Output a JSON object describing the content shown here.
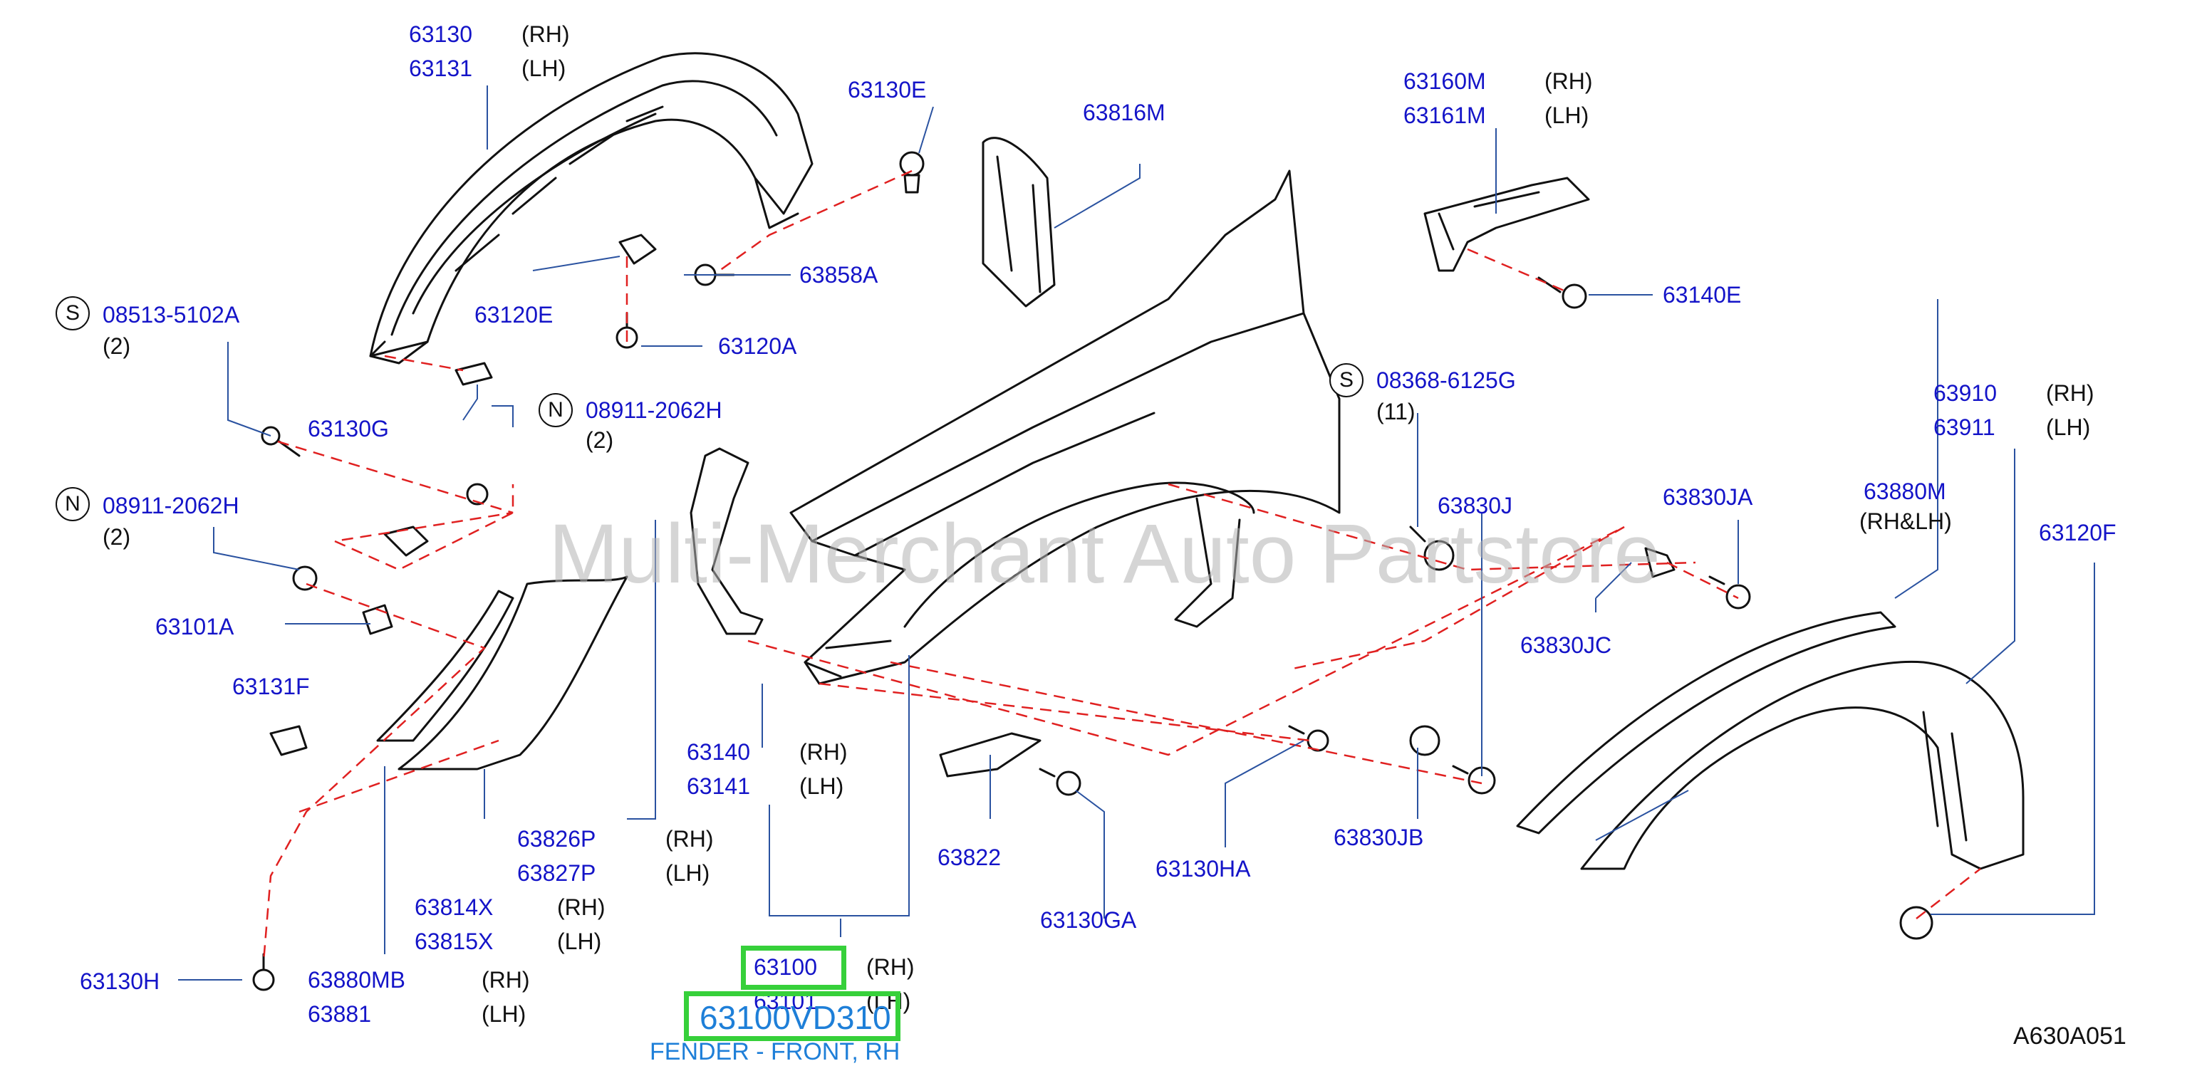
{
  "watermark": "Multi-Merchant Auto Partstore",
  "diagram_ref": "A630A051",
  "colors": {
    "part_number": "#1414c8",
    "leader": "#e02020",
    "highlight": "#36d03a",
    "selection": "#1e7fd8"
  },
  "selection": {
    "part_number": "63100VD310",
    "description": "FENDER - FRONT, RH"
  },
  "labels": {
    "p63130": "63130",
    "p63130_side": "(RH)",
    "p63131": "63131",
    "p63131_side": "(LH)",
    "p63130E": "63130E",
    "p63816M": "63816M",
    "p63160M": "63160M",
    "p63160M_side": "(RH)",
    "p63161M": "63161M",
    "p63161M_side": "(LH)",
    "p63858A": "63858A",
    "p63140E": "63140E",
    "p63120E": "63120E",
    "p63120A": "63120A",
    "p08513": "08513-5102A",
    "p08513_qty": "(2)",
    "p08513_sym": "S",
    "p63130G": "63130G",
    "p08911a": "08911-2062H",
    "p08911a_qty": "(2)",
    "p08911a_sym": "N",
    "p08368": "08368-6125G",
    "p08368_qty": "(11)",
    "p08368_sym": "S",
    "p63910": "63910",
    "p63910_side": "(RH)",
    "p63911": "63911",
    "p63911_side": "(LH)",
    "p08911b": "08911-2062H",
    "p08911b_qty": "(2)",
    "p08911b_sym": "N",
    "p63830J": "63830J",
    "p63830JA": "63830JA",
    "p63880M": "63880M",
    "p63880M_side": "(RH&LH)",
    "p63120F": "63120F",
    "p63101A": "63101A",
    "p63830JC": "63830JC",
    "p63131F": "63131F",
    "p63140": "63140",
    "p63140_side": "(RH)",
    "p63141": "63141",
    "p63141_side": "(LH)",
    "p63826P": "63826P",
    "p63826P_side": "(RH)",
    "p63827P": "63827P",
    "p63827P_side": "(LH)",
    "p63822": "63822",
    "p63130HA": "63130HA",
    "p63830JB": "63830JB",
    "p63814X": "63814X",
    "p63814X_side": "(RH)",
    "p63815X": "63815X",
    "p63815X_side": "(LH)",
    "p63130GA": "63130GA",
    "p63100": "63100",
    "p63100_side": "(RH)",
    "p63101": "63101",
    "p63101_side": "(LH)",
    "p63130H": "63130H",
    "p63880MB": "63880MB",
    "p63880MB_side": "(RH)",
    "p63881": "63881",
    "p63881_side": "(LH)"
  }
}
